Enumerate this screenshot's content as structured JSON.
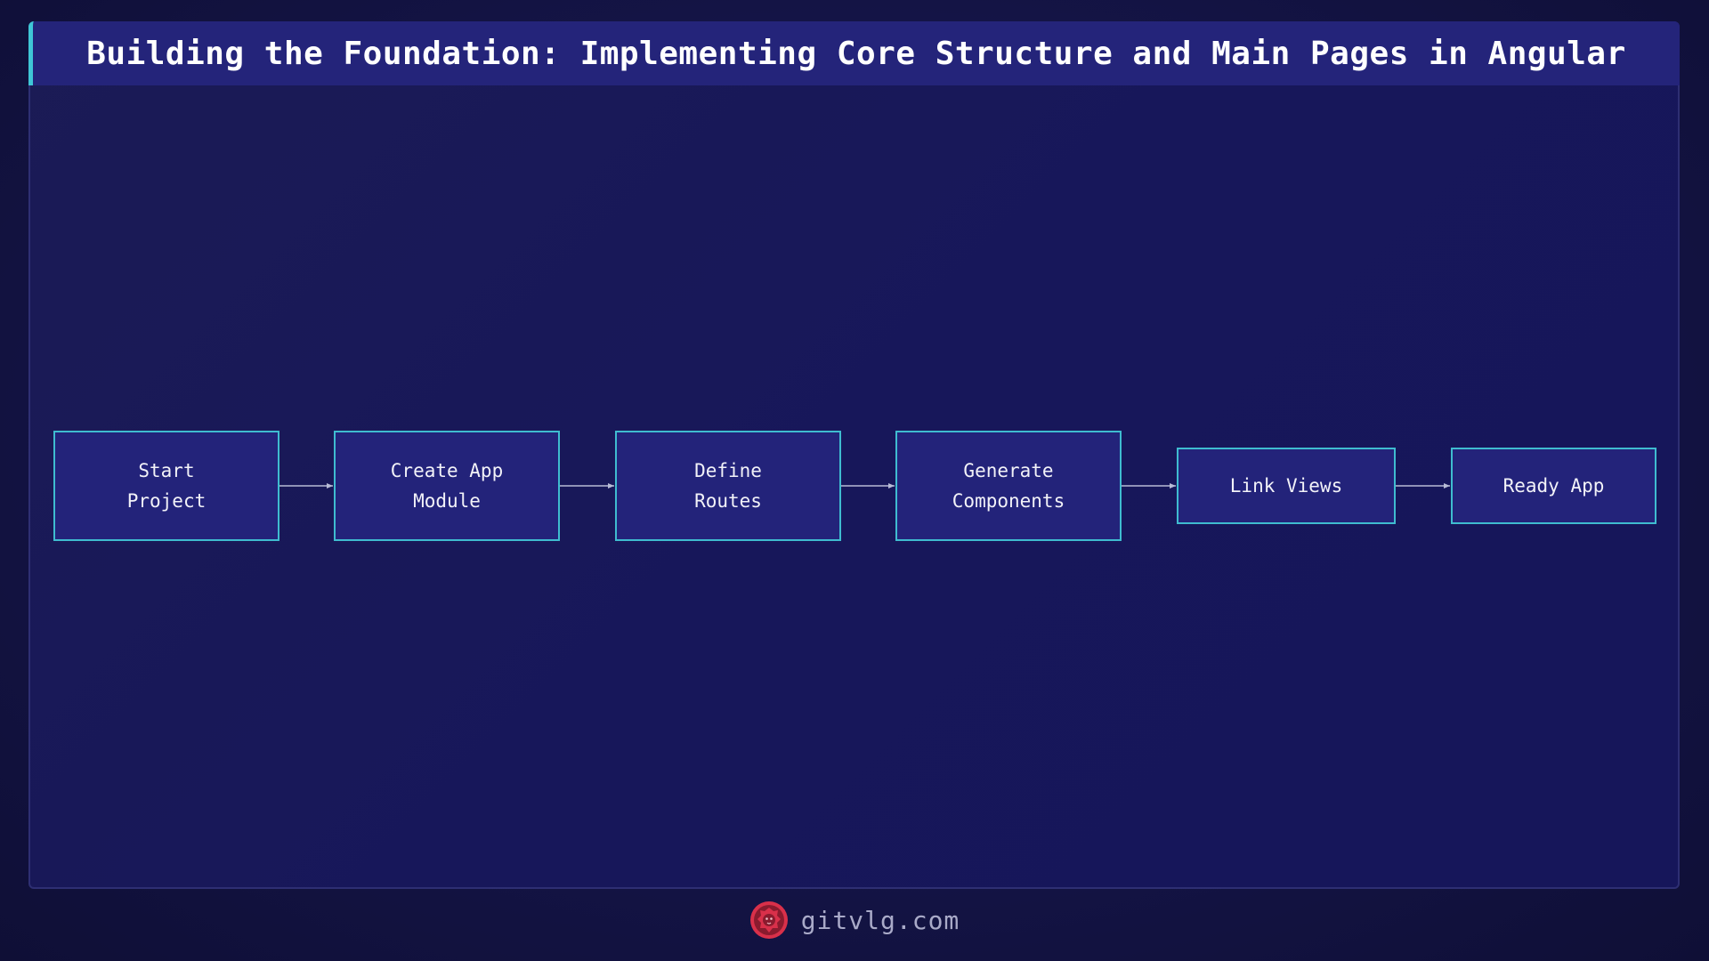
{
  "title": "Building the Foundation: Implementing Core Structure and Main Pages in Angular",
  "nodes": [
    {
      "id": "n1",
      "label": "Start\nProject"
    },
    {
      "id": "n2",
      "label": "Create App\nModule"
    },
    {
      "id": "n3",
      "label": "Define\nRoutes"
    },
    {
      "id": "n4",
      "label": "Generate\nComponents"
    },
    {
      "id": "n5",
      "label": "Link Views"
    },
    {
      "id": "n6",
      "label": "Ready App"
    }
  ],
  "edges": [
    {
      "from": "n1",
      "to": "n2"
    },
    {
      "from": "n2",
      "to": "n3"
    },
    {
      "from": "n3",
      "to": "n4"
    },
    {
      "from": "n4",
      "to": "n5"
    },
    {
      "from": "n5",
      "to": "n6"
    }
  ],
  "footer": {
    "text": "gitvlg.com",
    "logo_icon": "lion-logo-icon"
  },
  "colors": {
    "node_fill": "#23237a",
    "node_border": "#3fbcd0",
    "accent": "#3fc6d6",
    "edge": "#b8bcd6",
    "logo": "#d9304a"
  }
}
